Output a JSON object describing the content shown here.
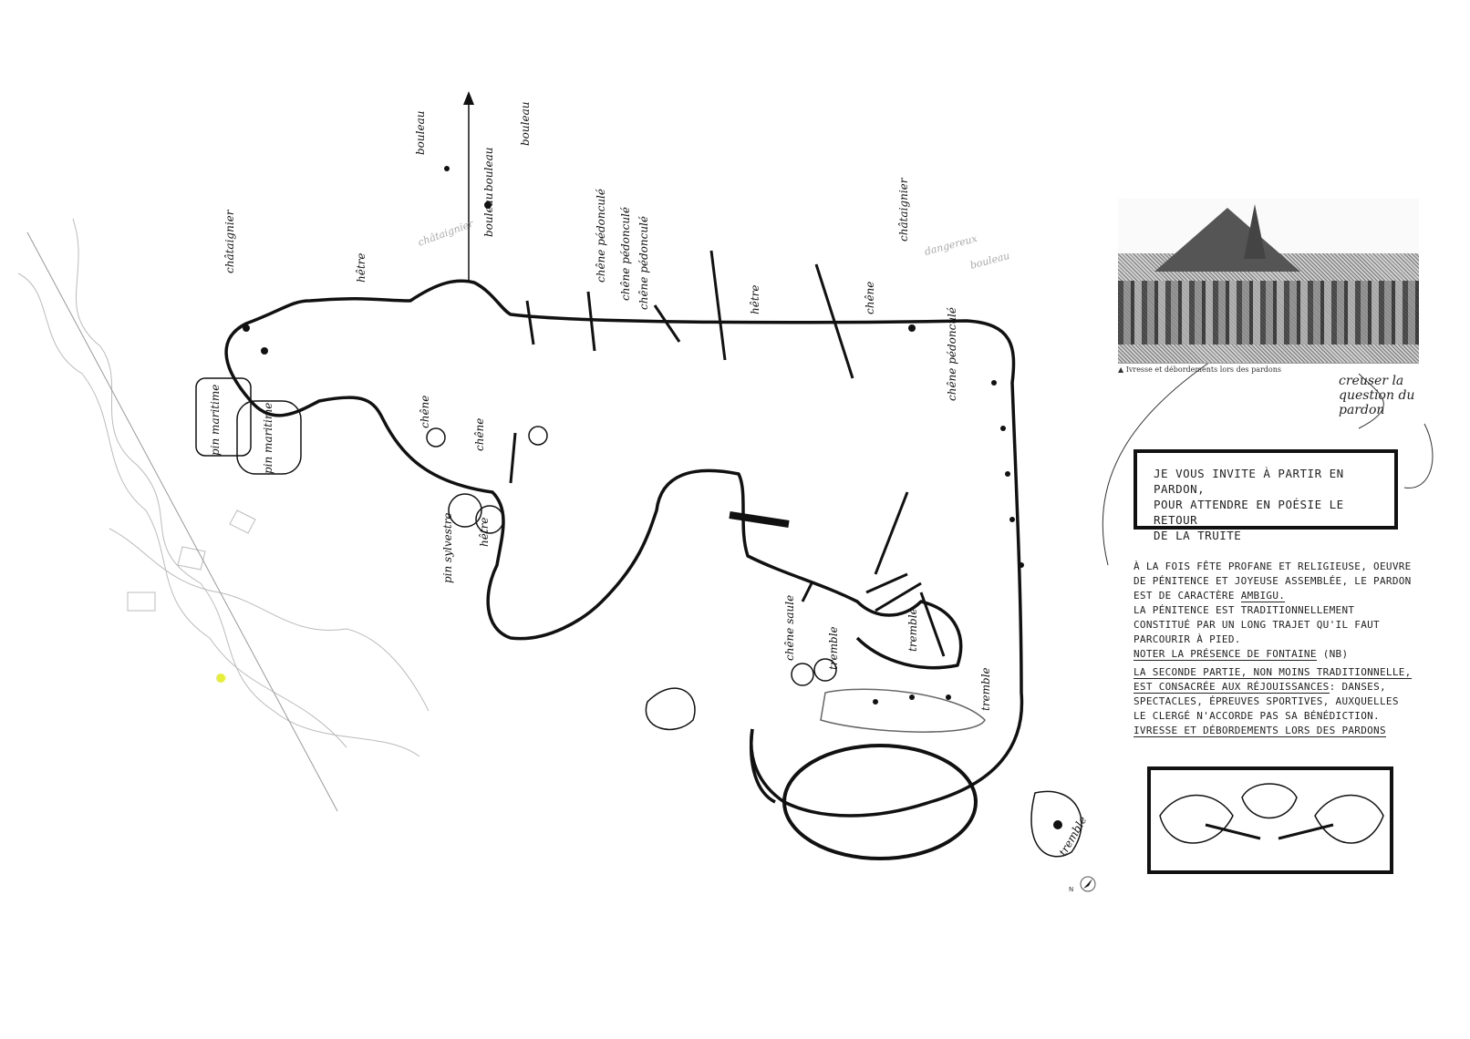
{
  "map": {
    "tree_labels": [
      {
        "id": "chataignier",
        "text": "châtaignier"
      },
      {
        "id": "hetre-1",
        "text": "hêtre"
      },
      {
        "id": "bouleau-1",
        "text": "bouleau"
      },
      {
        "id": "bouleau-2",
        "text": "bouleau"
      },
      {
        "id": "bouleau-3",
        "text": "bouleau"
      },
      {
        "id": "bouleau-4",
        "text": "bouleau"
      },
      {
        "id": "chene-ped-1",
        "text": "chêne pédonculé"
      },
      {
        "id": "chene-ped-2",
        "text": "chêne pédonculé"
      },
      {
        "id": "chene-ped-3",
        "text": "chêne pédonculé"
      },
      {
        "id": "hetre-2",
        "text": "hêtre"
      },
      {
        "id": "chene-1",
        "text": "chêne"
      },
      {
        "id": "chataignier-2",
        "text": "châtaignier"
      },
      {
        "id": "chene-ped-4",
        "text": "chêne pédonculé"
      },
      {
        "id": "pin-maritime-1",
        "text": "pin maritime"
      },
      {
        "id": "pin-maritime-2",
        "text": "pin maritime"
      },
      {
        "id": "chene-2",
        "text": "chêne"
      },
      {
        "id": "chene-3",
        "text": "chêne"
      },
      {
        "id": "pin-sylvestre",
        "text": "pin sylvestre"
      },
      {
        "id": "hetre-3",
        "text": "hêtre"
      },
      {
        "id": "chene-saule",
        "text": "chêne saule"
      },
      {
        "id": "tremble-1",
        "text": "tremble"
      },
      {
        "id": "tremble-2",
        "text": "tremble"
      },
      {
        "id": "tremble-3",
        "text": "tremble"
      },
      {
        "id": "tremble-4",
        "text": "tremble"
      }
    ],
    "grey_notes": [
      {
        "id": "dangereux",
        "text": "dangereux"
      },
      {
        "id": "bouleau-grey",
        "text": "bouleau"
      },
      {
        "id": "chataignier-grey",
        "text": "châtaignier"
      }
    ],
    "compass_label": "N"
  },
  "illustration": {
    "caption": "▲ Ivresse et débordements lors des pardons",
    "note": "creuser la question du pardon"
  },
  "invitation": {
    "lines": [
      "JE VOUS INVITE À PARTIR EN PARDON,",
      "POUR ATTENDRE EN POÉSIE LE RETOUR",
      "DE LA TRUITE"
    ]
  },
  "description": {
    "p1": "À LA FOIS FÊTE PROFANE ET RELIGIEUSE, OEUVRE DE PÉNITENCE ET JOYEUSE ASSEMBLÉE, LE PARDON EST DE CARACTÈRE",
    "p1_underlined": "AMBIGU.",
    "p2": "LA PÉNITENCE EST TRADITIONNELLEMENT CONSTITUÉ PAR UN LONG TRAJET QU'IL FAUT PARCOURIR À PIED.",
    "p3_underlined": "NOTER LA PRÉSENCE DE FONTAINE",
    "p3_suffix": "(NB)",
    "p4_underlined": "LA SECONDE PARTIE, NON MOINS TRADITIONNELLE, EST CONSACRÉE AUX RÉJOUISSANCES",
    "p4": ": DANSES, SPECTACLES, ÉPREUVES SPORTIVES, AUXQUELLES LE CLERGÉ N'ACCORDE PAS SA BÉNÉDICTION.",
    "p5_underlined": "IVRESSE ET DÉBORDEMENTS LORS DES PARDONS"
  },
  "colors": {
    "ink": "#111111",
    "pencil": "#b5b5b5",
    "highlight": "#e6ee3a"
  }
}
